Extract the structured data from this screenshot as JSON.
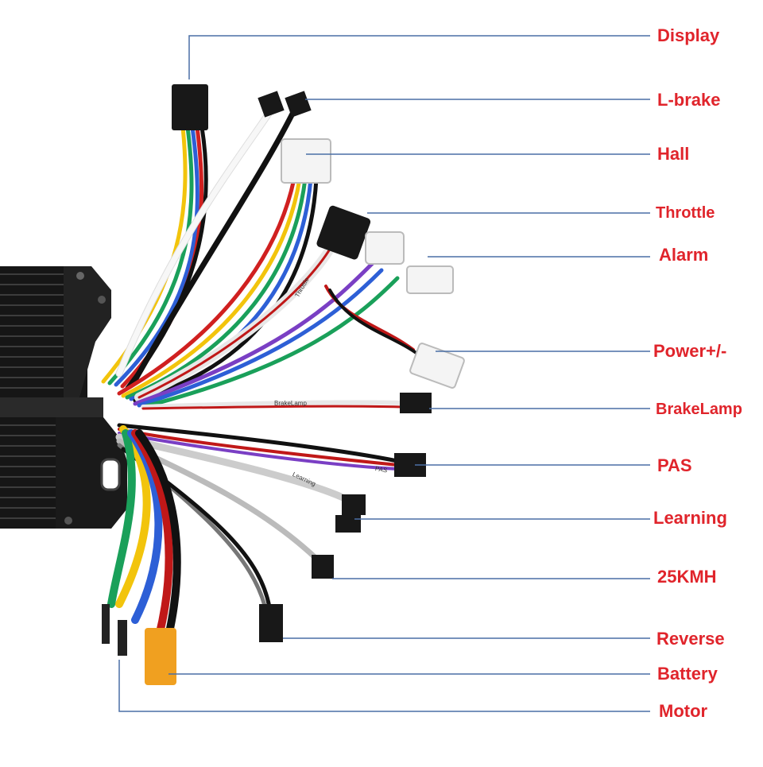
{
  "labels": {
    "display": "Display",
    "lbrake": "L-brake",
    "hall": "Hall",
    "throttle": "Throttle",
    "alarm": "Alarm",
    "power": "Power+/-",
    "brakelamp": "BrakeLamp",
    "pas": "PAS",
    "learning": "Learning",
    "kmh25": "25KMH",
    "reverse": "Reverse",
    "battery": "Battery",
    "motor": "Motor"
  },
  "wire_tags": {
    "throttle": "Throttle",
    "brakelamp": "BrakeLamp",
    "pas": "PAS",
    "learning": "Learning"
  },
  "colors": {
    "label_text": "#e0242b",
    "leader_line": "#4a6fa5",
    "controller_body": "#1c1c1c",
    "background": "#ffffff"
  }
}
